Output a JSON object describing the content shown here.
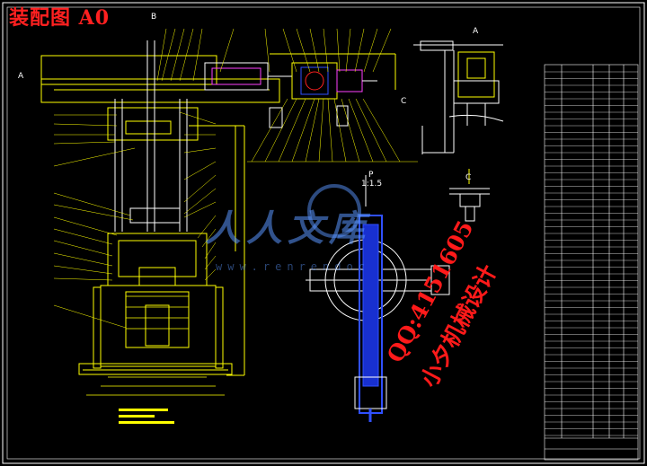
{
  "drawing": {
    "title": "装配图 A0",
    "view_labels": {
      "section_a_left": "A",
      "section_a_top": "A",
      "section_b": "B",
      "section_c_arrow": "C",
      "section_c_detail": "C",
      "section_p": "P",
      "scale_p": "1:1.5"
    },
    "watermarks": {
      "qq": "QQ:4151605",
      "author": "小夕机械设计",
      "site": "人人文库",
      "url": "www.renrendoc"
    }
  },
  "colors": {
    "background": "#000000",
    "outline_yellow": "#ffff00",
    "line_white": "#ffffff",
    "leader_green": "#00ff00",
    "part_blue": "#3050ff",
    "accent_red": "#ff2020",
    "accent_magenta": "#ff40ff",
    "accent_cyan": "#00ffff"
  }
}
